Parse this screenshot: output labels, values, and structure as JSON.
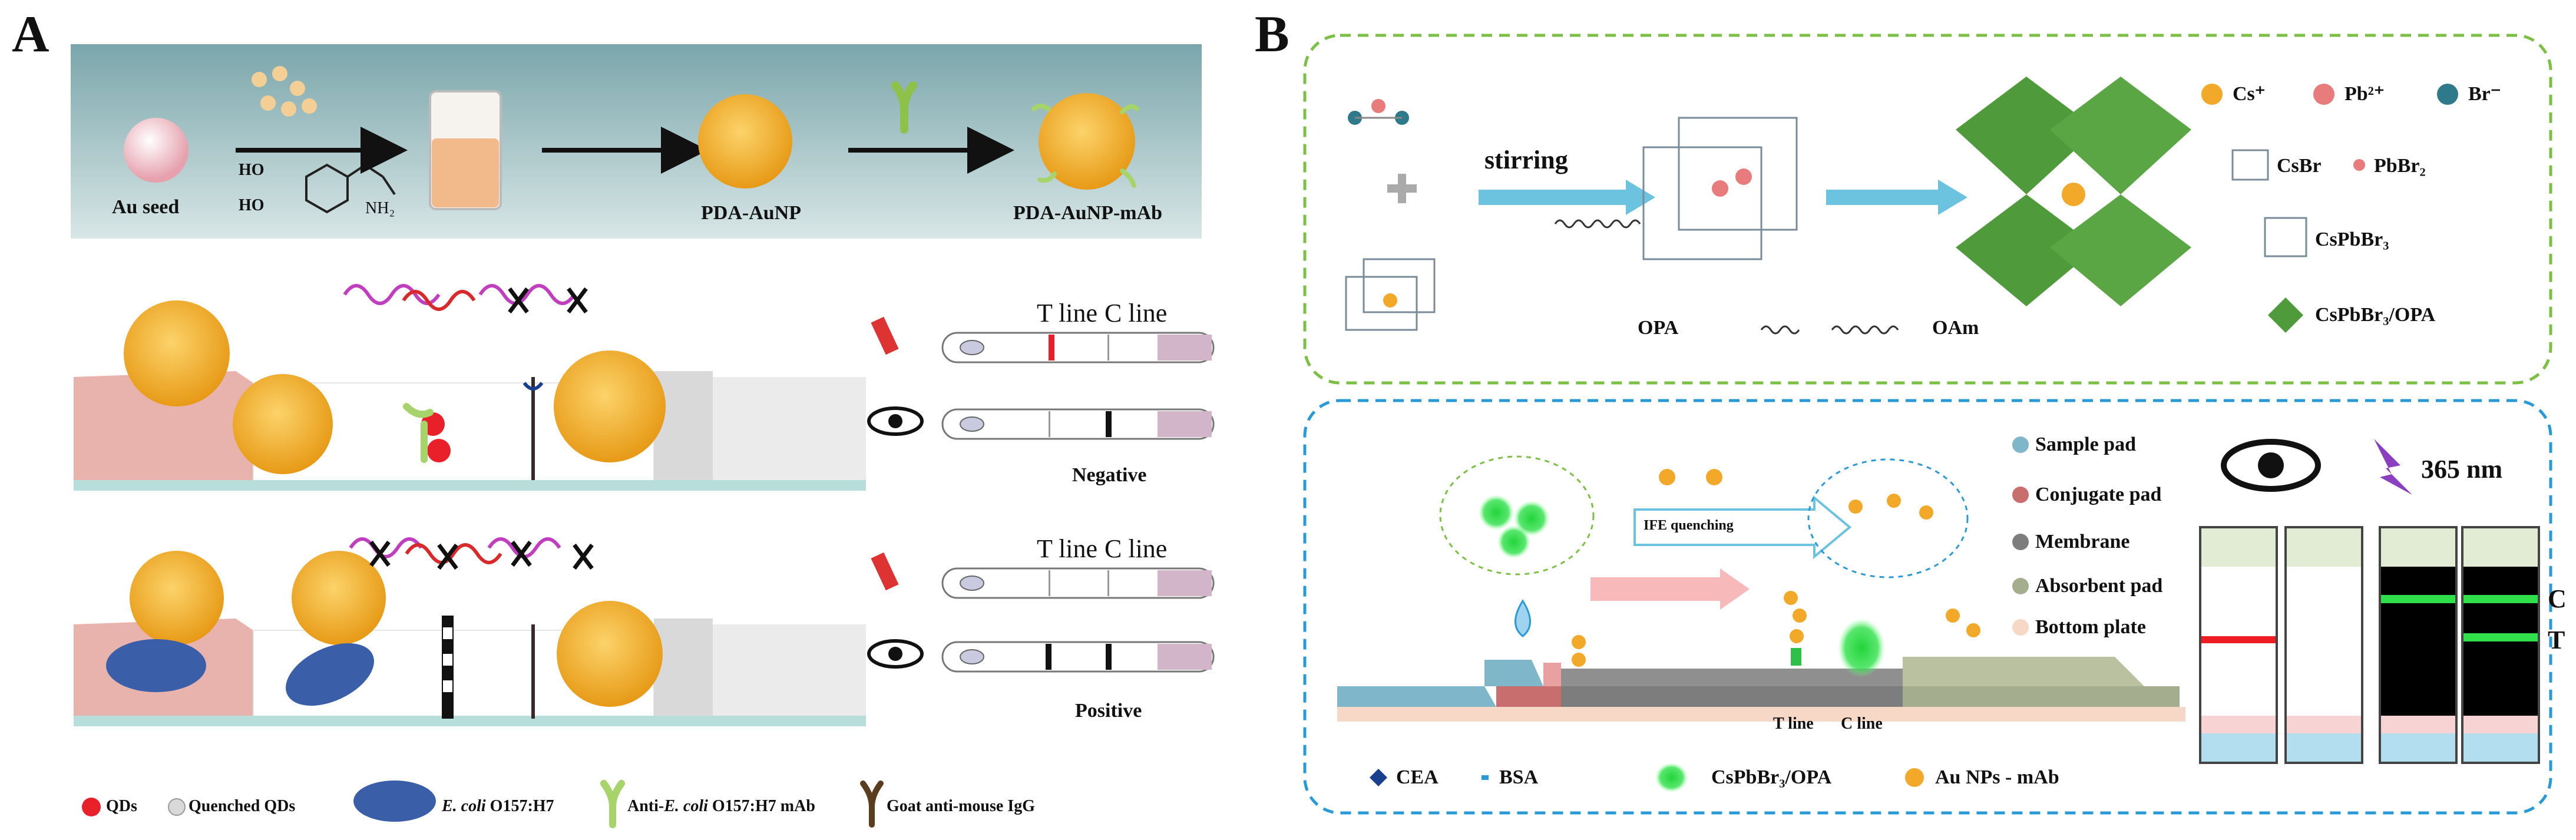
{
  "panel_a": {
    "letter": "A",
    "synthesis": {
      "au_seed": "Au seed",
      "pda_aunp": "PDA-AuNP",
      "pda_aunp_mab": "PDA-AuNP-mAb",
      "nh2": "NH₂",
      "ho1": "HO",
      "ho2": "HO"
    },
    "strip_headers": {
      "t_line": "T line",
      "c_line": "C line"
    },
    "results": {
      "negative": "Negative",
      "positive": "Positive"
    },
    "legend": {
      "qds": "QDs",
      "quenched_qds": "Quenched QDs",
      "ecoli_italic": "E. coli",
      "ecoli_rest": " O157:H7",
      "anti_prefix": "Anti-",
      "anti_italic": "E. coli",
      "anti_rest": " O157:H7 mAb",
      "goat": "Goat anti-mouse IgG"
    },
    "colors": {
      "header_bg": "#8fb3b6",
      "strip_pink": "#e8b3ac",
      "nanoparticle": "#f2a92a",
      "qd_red": "#e8202a",
      "ecoli_blue": "#3a5fa8"
    }
  },
  "panel_b": {
    "letter": "B",
    "top": {
      "stirring": "stirring",
      "opa": "OPA",
      "oam": "OAm",
      "legend": {
        "cs": "Cs⁺",
        "pb": "Pb²⁺",
        "br": "Br⁻",
        "csbr": "CsBr",
        "pbbr2": "PbBr₂",
        "cspbbr3": "CsPbBr₃",
        "cspbbr3_opa": "CsPbBr₃/OPA"
      }
    },
    "bottom": {
      "ife": "IFE quenching",
      "pad_legend": [
        "Sample pad",
        "Conjugate pad",
        "Membrane",
        "Absorbent pad",
        "Bottom plate"
      ],
      "wavelength": "365 nm",
      "t_line": "T line",
      "c_line": "C line",
      "c_mark": "C",
      "t_mark": "T",
      "legend": {
        "cea": "CEA",
        "bsa": "BSA",
        "cspbbr3_opa": "CsPbBr₃/OPA",
        "au_mab": "Au NPs - mAb"
      }
    },
    "colors": {
      "top_border": "#7cbf45",
      "bottom_border": "#2a9ad6",
      "arrow": "#6cc3df",
      "green_octa": "#4f9a3a",
      "uv_purple": "#8a3fc0"
    }
  }
}
